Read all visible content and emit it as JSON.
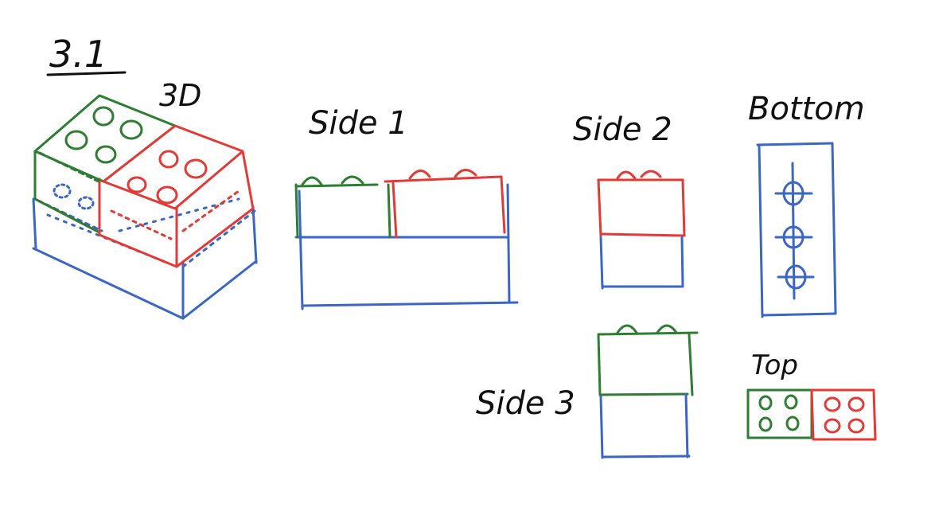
{
  "labels": {
    "section": "3.1",
    "view_3d": "3D",
    "side1": "Side 1",
    "side2": "Side 2",
    "side3": "Side 3",
    "bottom": "Bottom",
    "top": "Top"
  },
  "colors": {
    "green": "#2e7d32",
    "red": "#e53935",
    "blue": "#3a66c4",
    "ink": "#111111"
  }
}
